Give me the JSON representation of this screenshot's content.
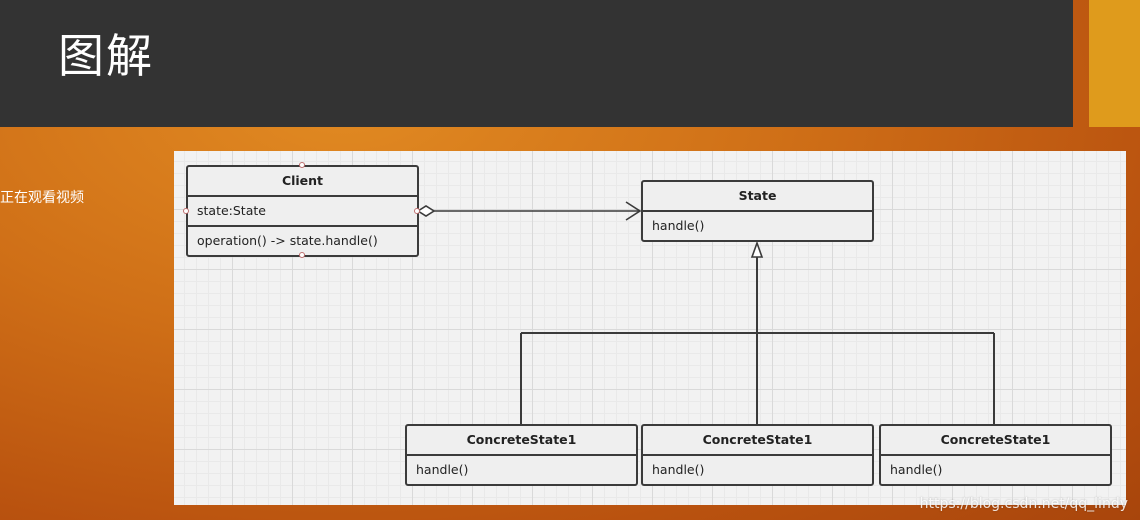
{
  "slide": {
    "title": "图解",
    "side_text": "正在观看视频",
    "watermark": "https://blog.csdn.net/qq_lindy"
  },
  "colors": {
    "header": "#333333",
    "accent": "#df9b1c",
    "background": "#cf6f17",
    "diagram_line": "#3b3b3b"
  },
  "diagram": {
    "client": {
      "name": "Client",
      "attribute": "state:State",
      "operation": "operation() -> state.handle()"
    },
    "state": {
      "name": "State",
      "operation": "handle()"
    },
    "concrete_states": [
      {
        "name": "ConcreteState1",
        "operation": "handle()"
      },
      {
        "name": "ConcreteState1",
        "operation": "handle()"
      },
      {
        "name": "ConcreteState1",
        "operation": "handle()"
      }
    ]
  }
}
